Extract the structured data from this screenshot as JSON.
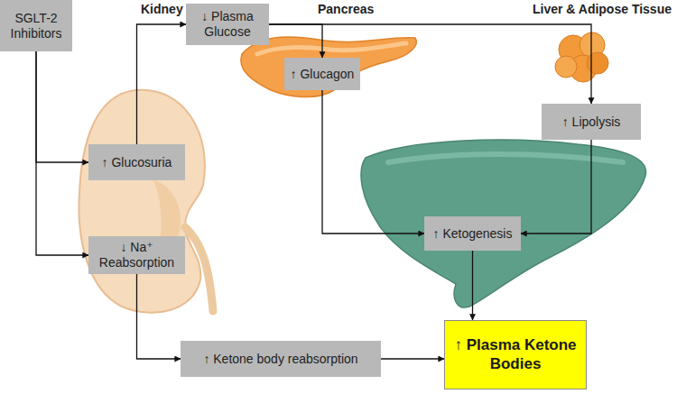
{
  "diagram": {
    "nodes": [
      {
        "text": [
          "SGLT-2 Inhibitors"
        ]
      },
      {
        "text": [
          "↓ Plasma Glucose"
        ]
      },
      {
        "text": [
          "↑ Glucagon"
        ]
      },
      {
        "text": [
          "↑ Glucosuria"
        ]
      },
      {
        "text": [
          "↓ Na⁺ Reabsorption"
        ]
      },
      {
        "text": [
          "↑ Lipolysis"
        ]
      },
      {
        "text": [
          "↑ Ketogenesis"
        ]
      },
      {
        "text": [
          "↑ Ketone body reabsorption"
        ]
      },
      {
        "text": [
          "↑ Plasma Ketone Bodies"
        ]
      }
    ],
    "edges": [
      {
        "from": 0,
        "to": 3,
        "arrow": "to"
      },
      {
        "from": 0,
        "to": 4,
        "arrow": "to"
      },
      {
        "from": 3,
        "to": 1,
        "arrow": "to"
      },
      {
        "from": 1,
        "to": 2,
        "arrow": "to"
      },
      {
        "from": 1,
        "to": 5,
        "arrow": "to"
      },
      {
        "from": 2,
        "to": 6,
        "arrow": "to"
      },
      {
        "from": 5,
        "to": 6,
        "arrow": "to"
      },
      {
        "from": 6,
        "to": 8,
        "arrow": "to"
      },
      {
        "from": 4,
        "to": 7,
        "arrow": "to"
      },
      {
        "from": 7,
        "to": 8,
        "arrow": "to"
      }
    ],
    "labels": [
      "Kidney",
      "Pancreas",
      "Liver & Adipose Tissue"
    ]
  }
}
